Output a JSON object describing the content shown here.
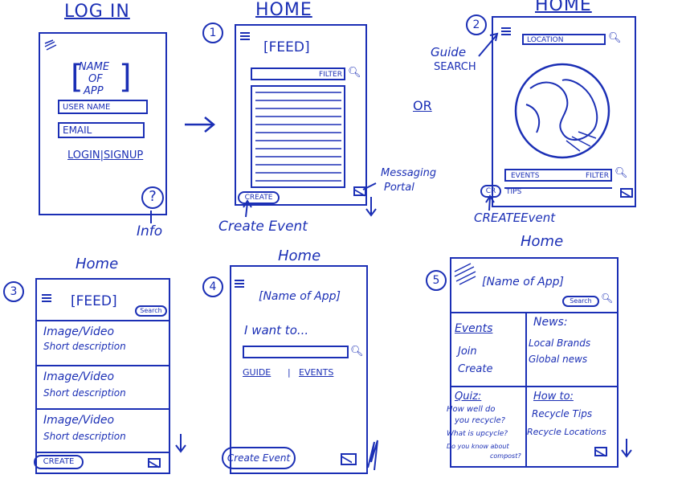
{
  "sketch1": {
    "title": "LOG IN",
    "app_name_1": "NAME",
    "app_name_2": "OF",
    "app_name_3": "APP",
    "username": "USER NAME",
    "email": "EMAIL",
    "login_signup": "LOGIN|SIGNUP",
    "info_icon": "?",
    "info_label": "Info"
  },
  "sketch2": {
    "number": "1",
    "title": "HOME",
    "feed": "[FEED]",
    "filter": "FILTER",
    "create_pill": "CREATE",
    "create_label": "Create Event",
    "messaging_label_1": "Messaging",
    "messaging_label_2": "Portal"
  },
  "or_label": "OR",
  "sketch3": {
    "number": "2",
    "title": "HOME",
    "location": "LOCATION",
    "guide_label_1": "Guide",
    "guide_label_2": "SEARCH",
    "events": "EVENTS",
    "filter": "FILTER",
    "tips": "TIPS",
    "create_pill": "CR",
    "create_label": "CREATEEvent"
  },
  "sketch4": {
    "number": "3",
    "title": "Home",
    "feed": "[FEED]",
    "search": "Search",
    "items": [
      {
        "line1": "Image/Video",
        "line2": "Short description"
      },
      {
        "line1": "Image/Video",
        "line2": "Short description"
      },
      {
        "line1": "Image/Video",
        "line2": "Short description"
      }
    ],
    "create_pill": "CREATE"
  },
  "sketch5": {
    "number": "4",
    "title": "Home",
    "app_name": "[Name of App]",
    "prompt": "I want to...",
    "guide": "GUIDE",
    "separator": "|",
    "events": "EVENTS",
    "create_pill": "Create Event"
  },
  "sketch6": {
    "number": "5",
    "title": "Home",
    "app_name": "[Name of App]",
    "search": "Search",
    "events_heading": "Events",
    "events_items": [
      "Join",
      "Create"
    ],
    "news_heading": "News:",
    "news_items": [
      "Local Brands",
      "Global news"
    ],
    "quiz_heading": "Quiz:",
    "quiz_items": [
      "How well do",
      "you recycle?",
      "What is upcycle?",
      "Do you know about",
      "compost?"
    ],
    "howto_heading": "How to:",
    "howto_items": [
      "Recycle Tips",
      "Recycle Locations"
    ]
  },
  "colors": {
    "ink": "#1b2fb5",
    "paper": "#ffffff"
  }
}
